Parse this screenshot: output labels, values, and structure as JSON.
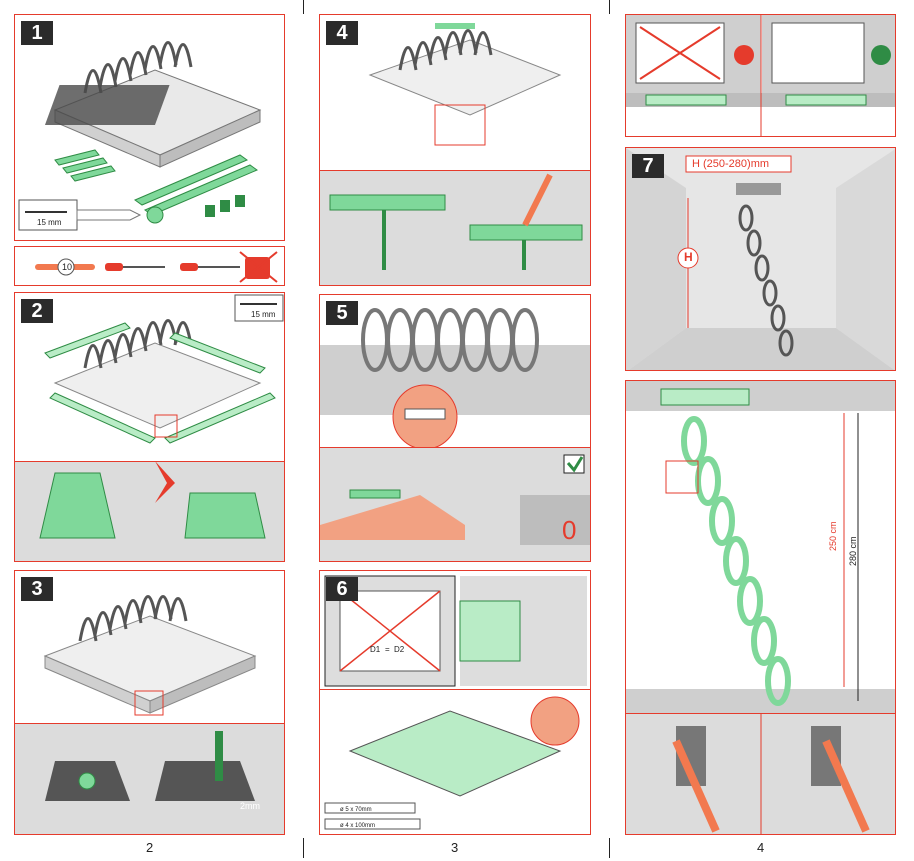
{
  "steps": {
    "s1": {
      "num": "1",
      "screw_label": "15 mm"
    },
    "tools": {
      "wrench_size": "10"
    },
    "s2": {
      "num": "2",
      "screw_label": "15 mm"
    },
    "s3": {
      "num": "3",
      "gap_label": "2mm"
    },
    "s4": {
      "num": "4"
    },
    "s5": {
      "num": "5",
      "zero_label": "0"
    },
    "s6": {
      "num": "6",
      "d1": "D1",
      "d2": "D2",
      "eq": "=",
      "screw_a": "ø 5 x 70mm",
      "screw_b": "ø 4 x 100mm"
    },
    "s7": {
      "num": "7",
      "height_title": "H (250-280)mm",
      "h_badge": "H"
    },
    "s8": {
      "dim_250": "250 cm",
      "dim_280": "280 cm"
    }
  },
  "page_numbers": {
    "p2": "2",
    "p3": "3",
    "p4": "4"
  },
  "colors": {
    "accent": "#e53b2c",
    "green": "#7fd89a",
    "dark_green": "#2f8c45",
    "gray": "#c8c8c8"
  }
}
